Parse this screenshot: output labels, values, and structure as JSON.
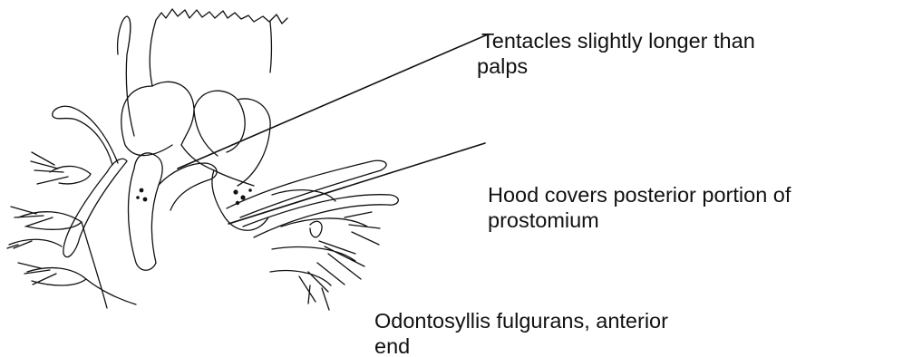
{
  "figure": {
    "labels": {
      "tentacles": {
        "line1": "Tentacles slightly longer than",
        "line2": "palps"
      },
      "hood": {
        "line1": "Hood covers posterior portion of",
        "line2": "prostomium"
      }
    },
    "caption": {
      "line1": "Odontosyllis fulgurans, anterior",
      "line2": "end"
    }
  },
  "colors": {
    "ink": "#111111",
    "background": "#ffffff"
  }
}
